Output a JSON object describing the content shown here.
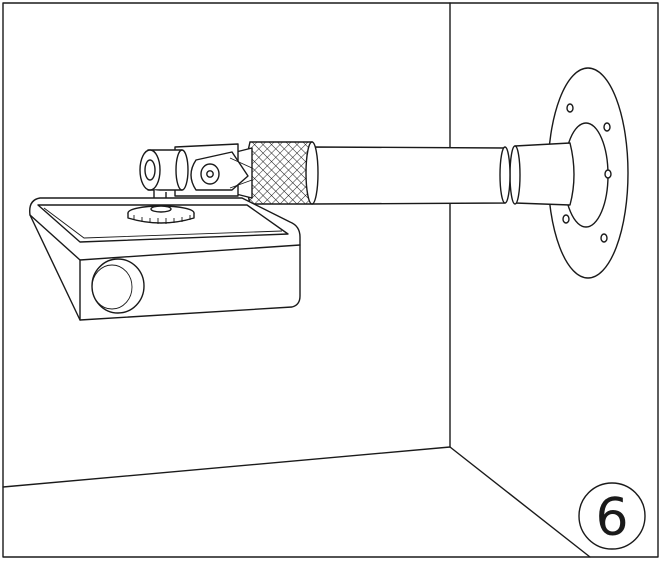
{
  "figure": {
    "step_number": "6",
    "colors": {
      "line": "#1a1a1a",
      "background": "#ffffff"
    },
    "parts": [
      "wall-corner",
      "wall-flange-plate",
      "extension-tube",
      "knurled-lock-ring",
      "tilt-joint",
      "mounting-thumb-screw",
      "projector"
    ]
  }
}
